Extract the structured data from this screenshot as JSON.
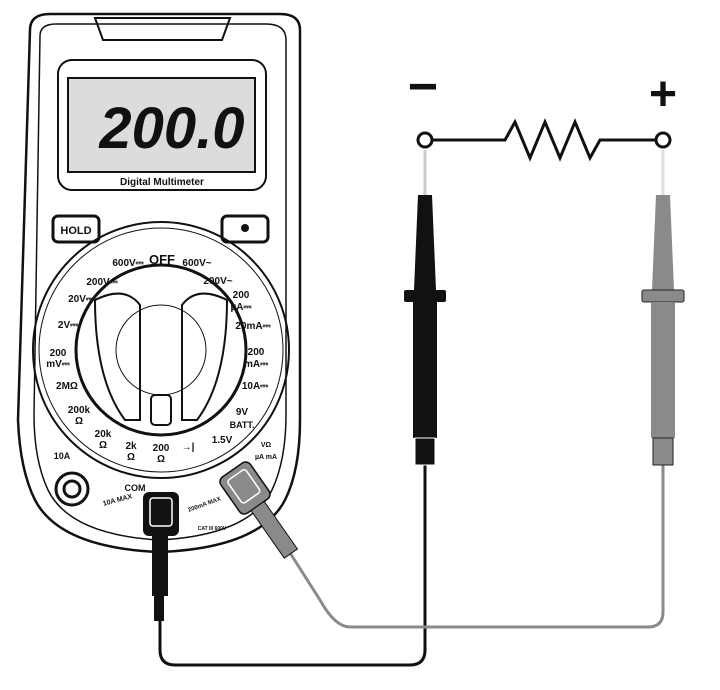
{
  "display": {
    "reading": "200.0",
    "label": "Digital Multimeter"
  },
  "buttons": {
    "hold": "HOLD",
    "backlight_icon": "lightbulb-icon"
  },
  "dial": {
    "off": "OFF",
    "left": [
      {
        "l1": "600V⎓",
        "l2": ""
      },
      {
        "l1": "200V⎓",
        "l2": ""
      },
      {
        "l1": "20V⎓",
        "l2": ""
      },
      {
        "l1": "2V⎓",
        "l2": ""
      },
      {
        "l1": "200",
        "l2": "mV⎓"
      },
      {
        "l1": "2MΩ",
        "l2": ""
      },
      {
        "l1": "200k",
        "l2": "Ω"
      },
      {
        "l1": "20k",
        "l2": "Ω"
      },
      {
        "l1": "2k",
        "l2": "Ω"
      },
      {
        "l1": "200",
        "l2": "Ω"
      }
    ],
    "right": [
      {
        "l1": "600V~",
        "l2": ""
      },
      {
        "l1": "200V~",
        "l2": ""
      },
      {
        "l1": "200",
        "l2": "µA⎓"
      },
      {
        "l1": "20mA⎓",
        "l2": ""
      },
      {
        "l1": "200",
        "l2": "mA⎓"
      },
      {
        "l1": "10A⎓",
        "l2": ""
      },
      {
        "l1": "9V",
        "l2": "BATT."
      },
      {
        "l1": "1.5V",
        "l2": ""
      }
    ],
    "diode": "→|"
  },
  "jacks": {
    "a10": "10A",
    "com": "COM",
    "com_note": "10A MAX",
    "v": "VΩ",
    "v2": "µA mA",
    "v_note": "200mA MAX",
    "cat": "CAT III 600V"
  },
  "circuit": {
    "minus": "−",
    "plus": "+"
  },
  "colors": {
    "black_lead": "#111111",
    "red_lead": "#8a8a8a"
  }
}
